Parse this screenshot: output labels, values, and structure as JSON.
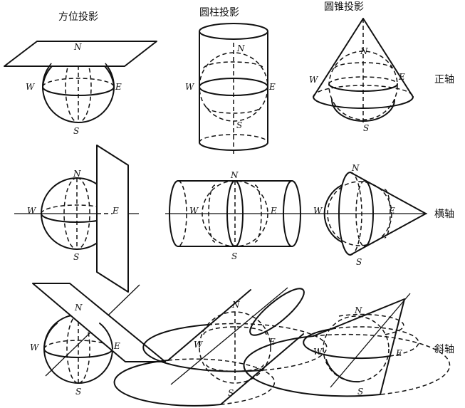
{
  "headers": {
    "azimuthal": "方位投影",
    "cylindrical": "圆柱投影",
    "conic": "圆锥投影"
  },
  "rows": {
    "normal": "正轴",
    "transverse": "横轴",
    "oblique": "斜轴"
  },
  "poles": {
    "north": "N",
    "south": "S",
    "west": "W",
    "east": "E"
  }
}
